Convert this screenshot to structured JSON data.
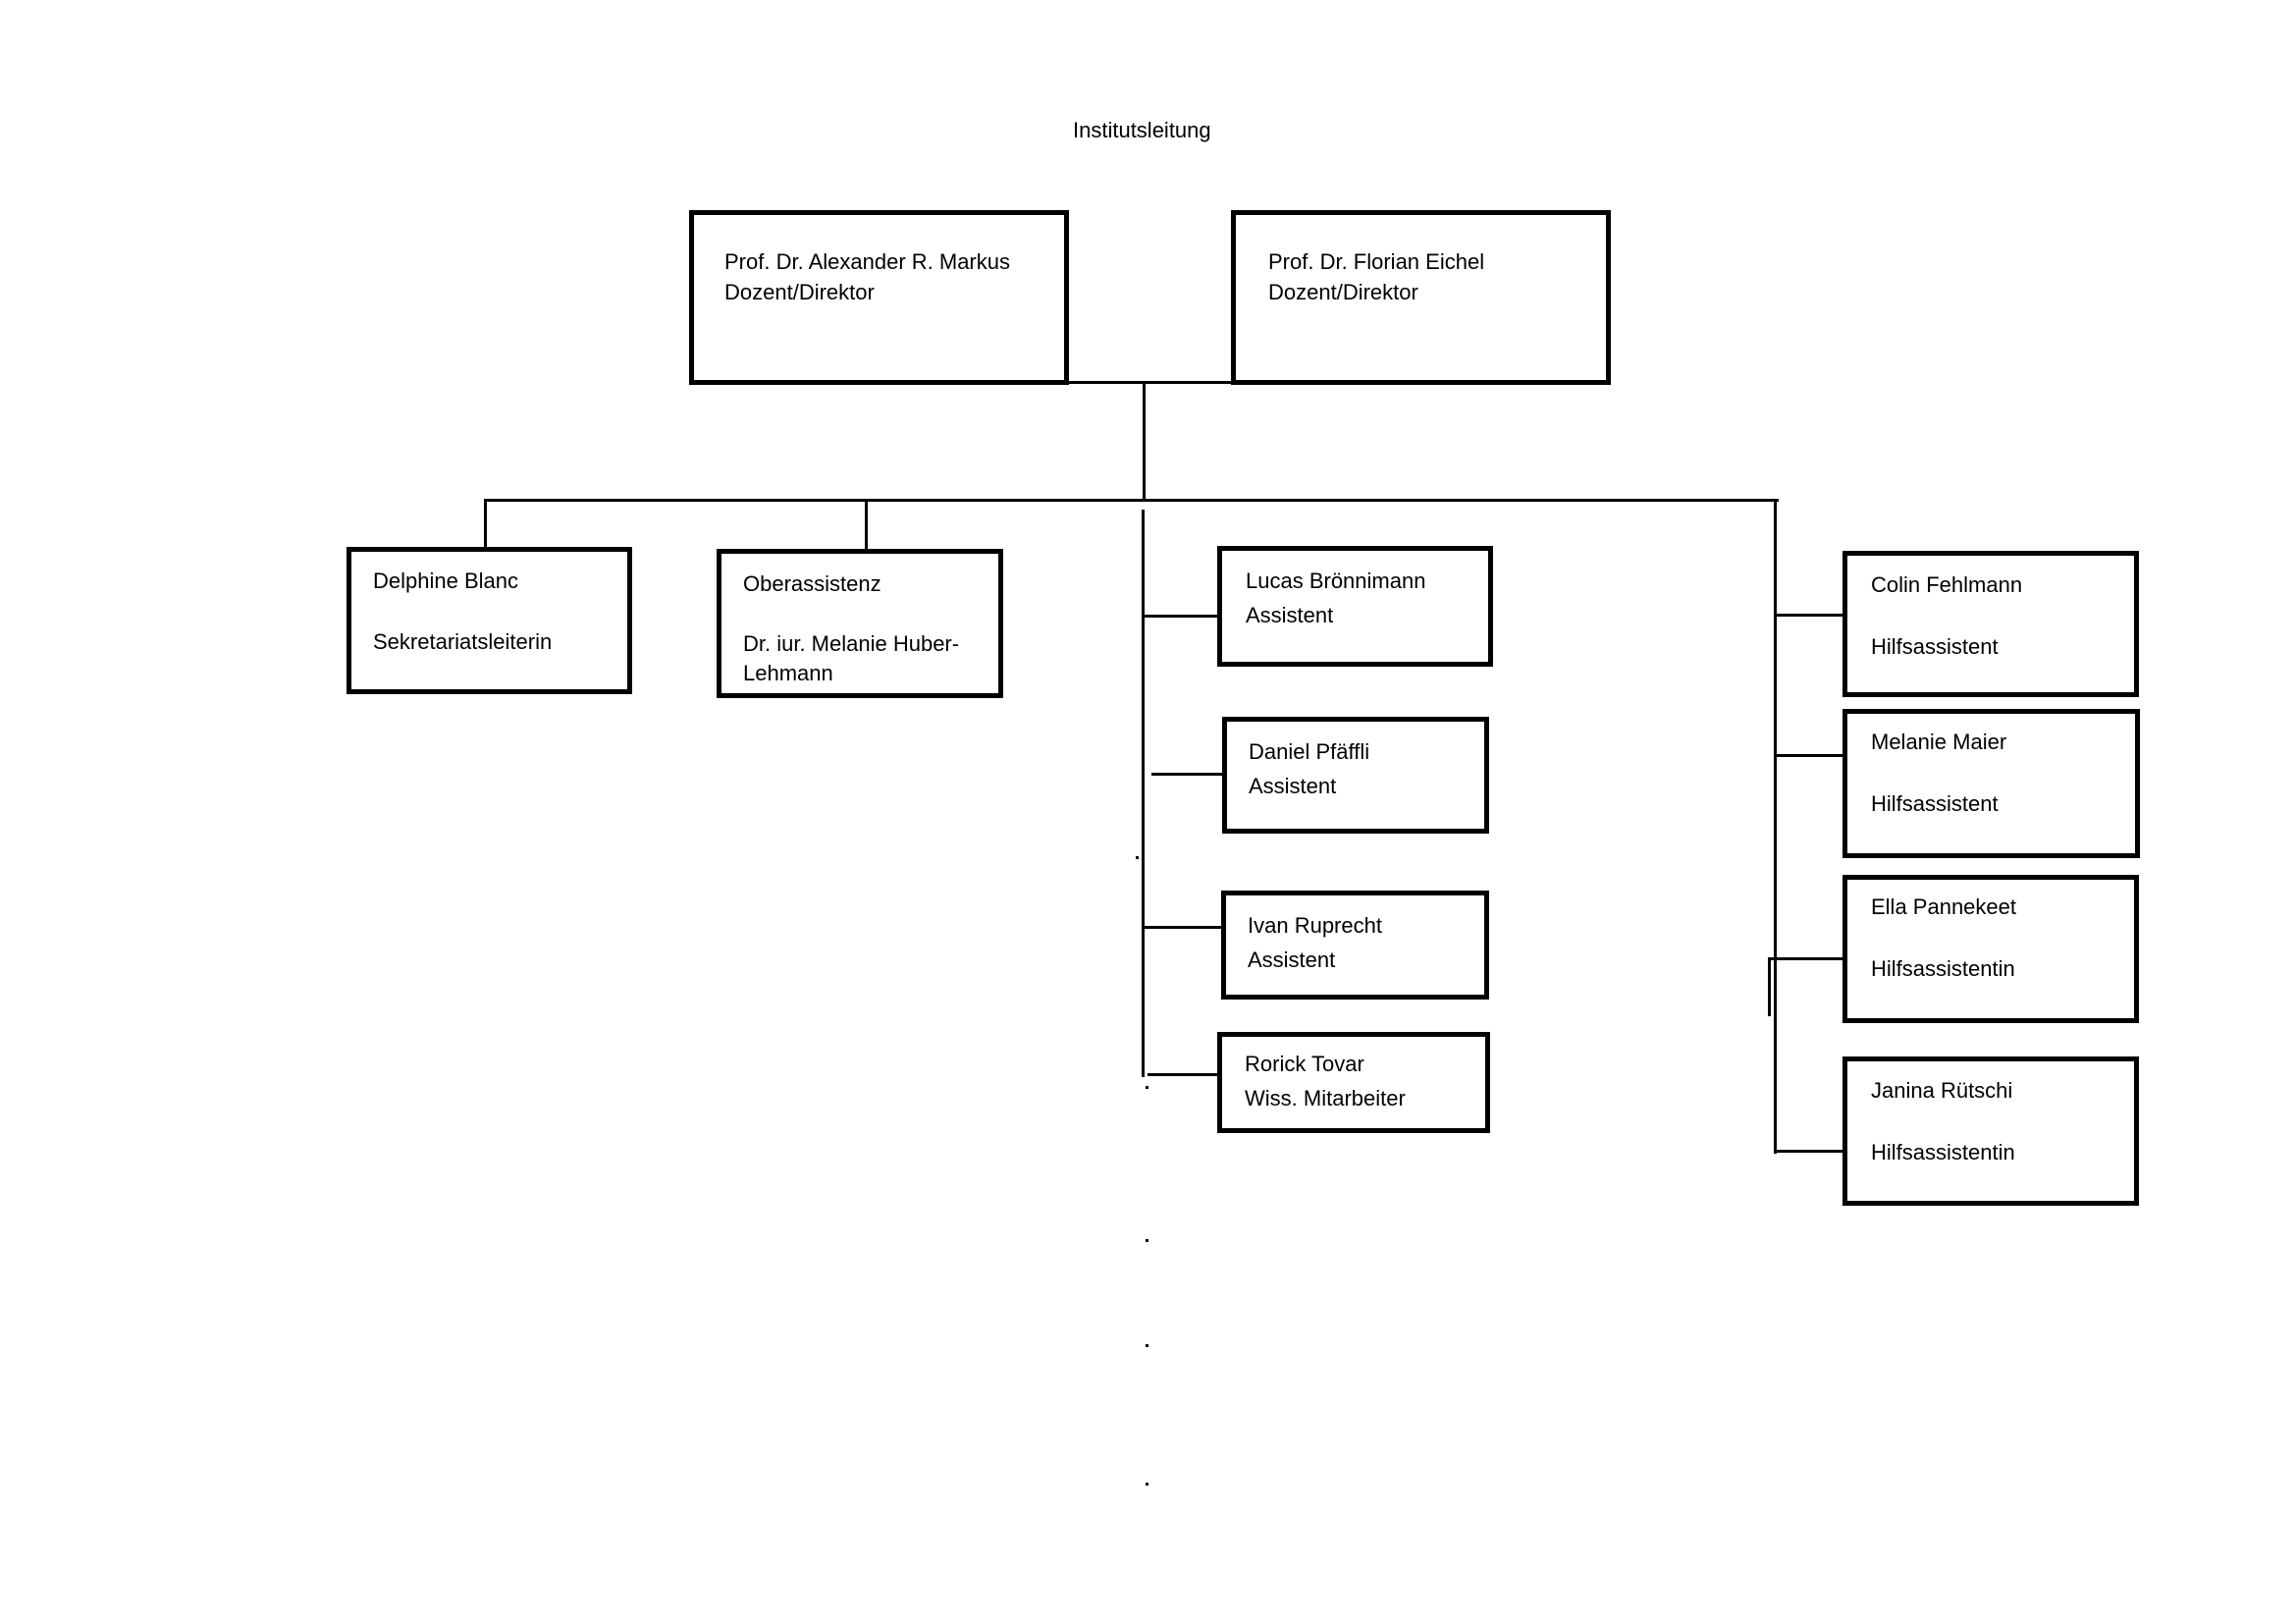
{
  "title": "Institutsleitung",
  "leaders": [
    {
      "name": "Prof. Dr. Alexander R. Markus",
      "role": "Dozent/Direktor"
    },
    {
      "name": "Prof. Dr. Florian Eichel",
      "role": "Dozent/Direktor"
    }
  ],
  "staff": [
    {
      "name": "Delphine Blanc",
      "role": "Sekretariatsleiterin"
    },
    {
      "name": "Oberassistenz",
      "role": "Dr. iur. Melanie Huber-Lehmann"
    }
  ],
  "assistants": [
    {
      "name": "Lucas Brönnimann",
      "role": "Assistent"
    },
    {
      "name": "Daniel Pfäffli",
      "role": "Assistent"
    },
    {
      "name": "Ivan Ruprecht",
      "role": "Assistent"
    },
    {
      "name": "Rorick Tovar",
      "role": "Wiss. Mitarbeiter"
    }
  ],
  "student_assistants": [
    {
      "name": "Colin Fehlmann",
      "role": "Hilfsassistent"
    },
    {
      "name": "Melanie Maier",
      "role": "Hilfsassistent"
    },
    {
      "name": "Ella Pannekeet",
      "role": "Hilfsassistentin"
    },
    {
      "name": "Janina Rütschi",
      "role": "Hilfsassistentin"
    }
  ]
}
